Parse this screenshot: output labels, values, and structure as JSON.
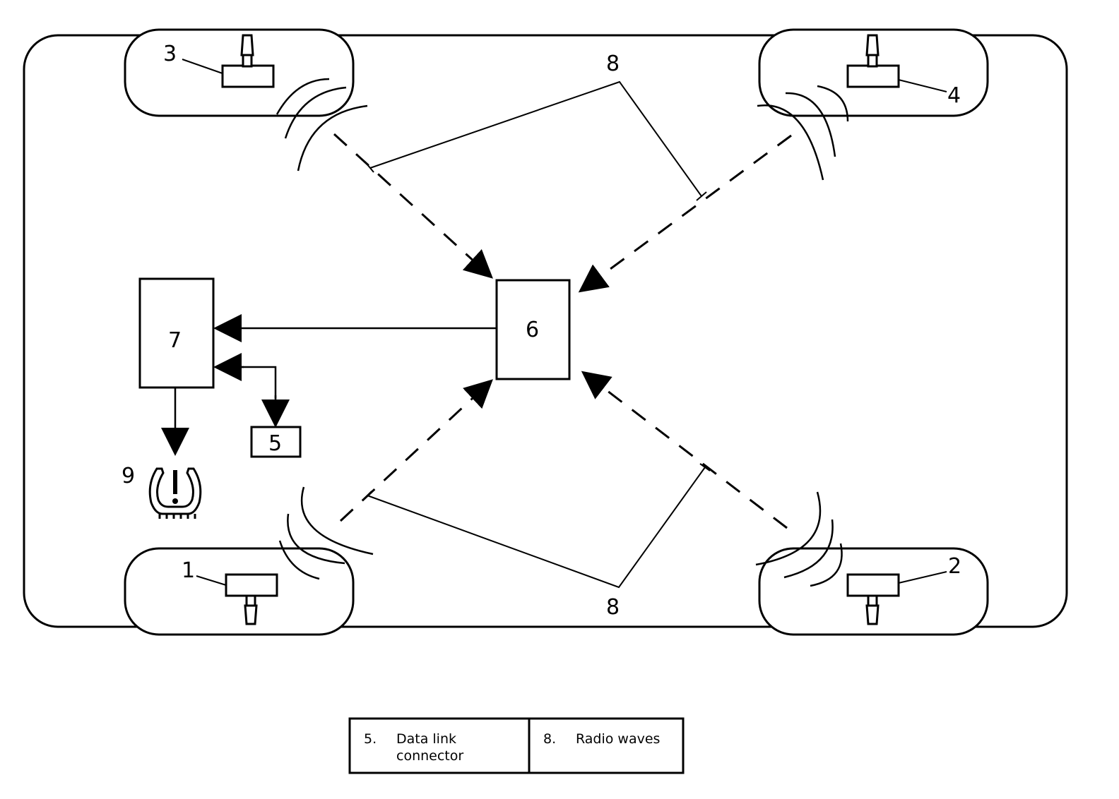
{
  "callouts": {
    "c1": "1",
    "c2": "2",
    "c3": "3",
    "c4": "4",
    "c5": "5",
    "c6": "6",
    "c7": "7",
    "c8_top": "8",
    "c8_bottom": "8",
    "c9": "9"
  },
  "legend": {
    "entries": [
      {
        "num": "5.",
        "line1": "Data link",
        "line2": "connector"
      },
      {
        "num": "8.",
        "line1": "Radio waves",
        "line2": ""
      }
    ]
  },
  "icons": {
    "sensor": "tire-pressure-sensor-icon",
    "valve": "valve-stem-icon",
    "radio": "radio-waves-icon",
    "warning": "low-tire-pressure-warning-icon"
  },
  "colors": {
    "line": "#000000",
    "background": "#ffffff"
  }
}
